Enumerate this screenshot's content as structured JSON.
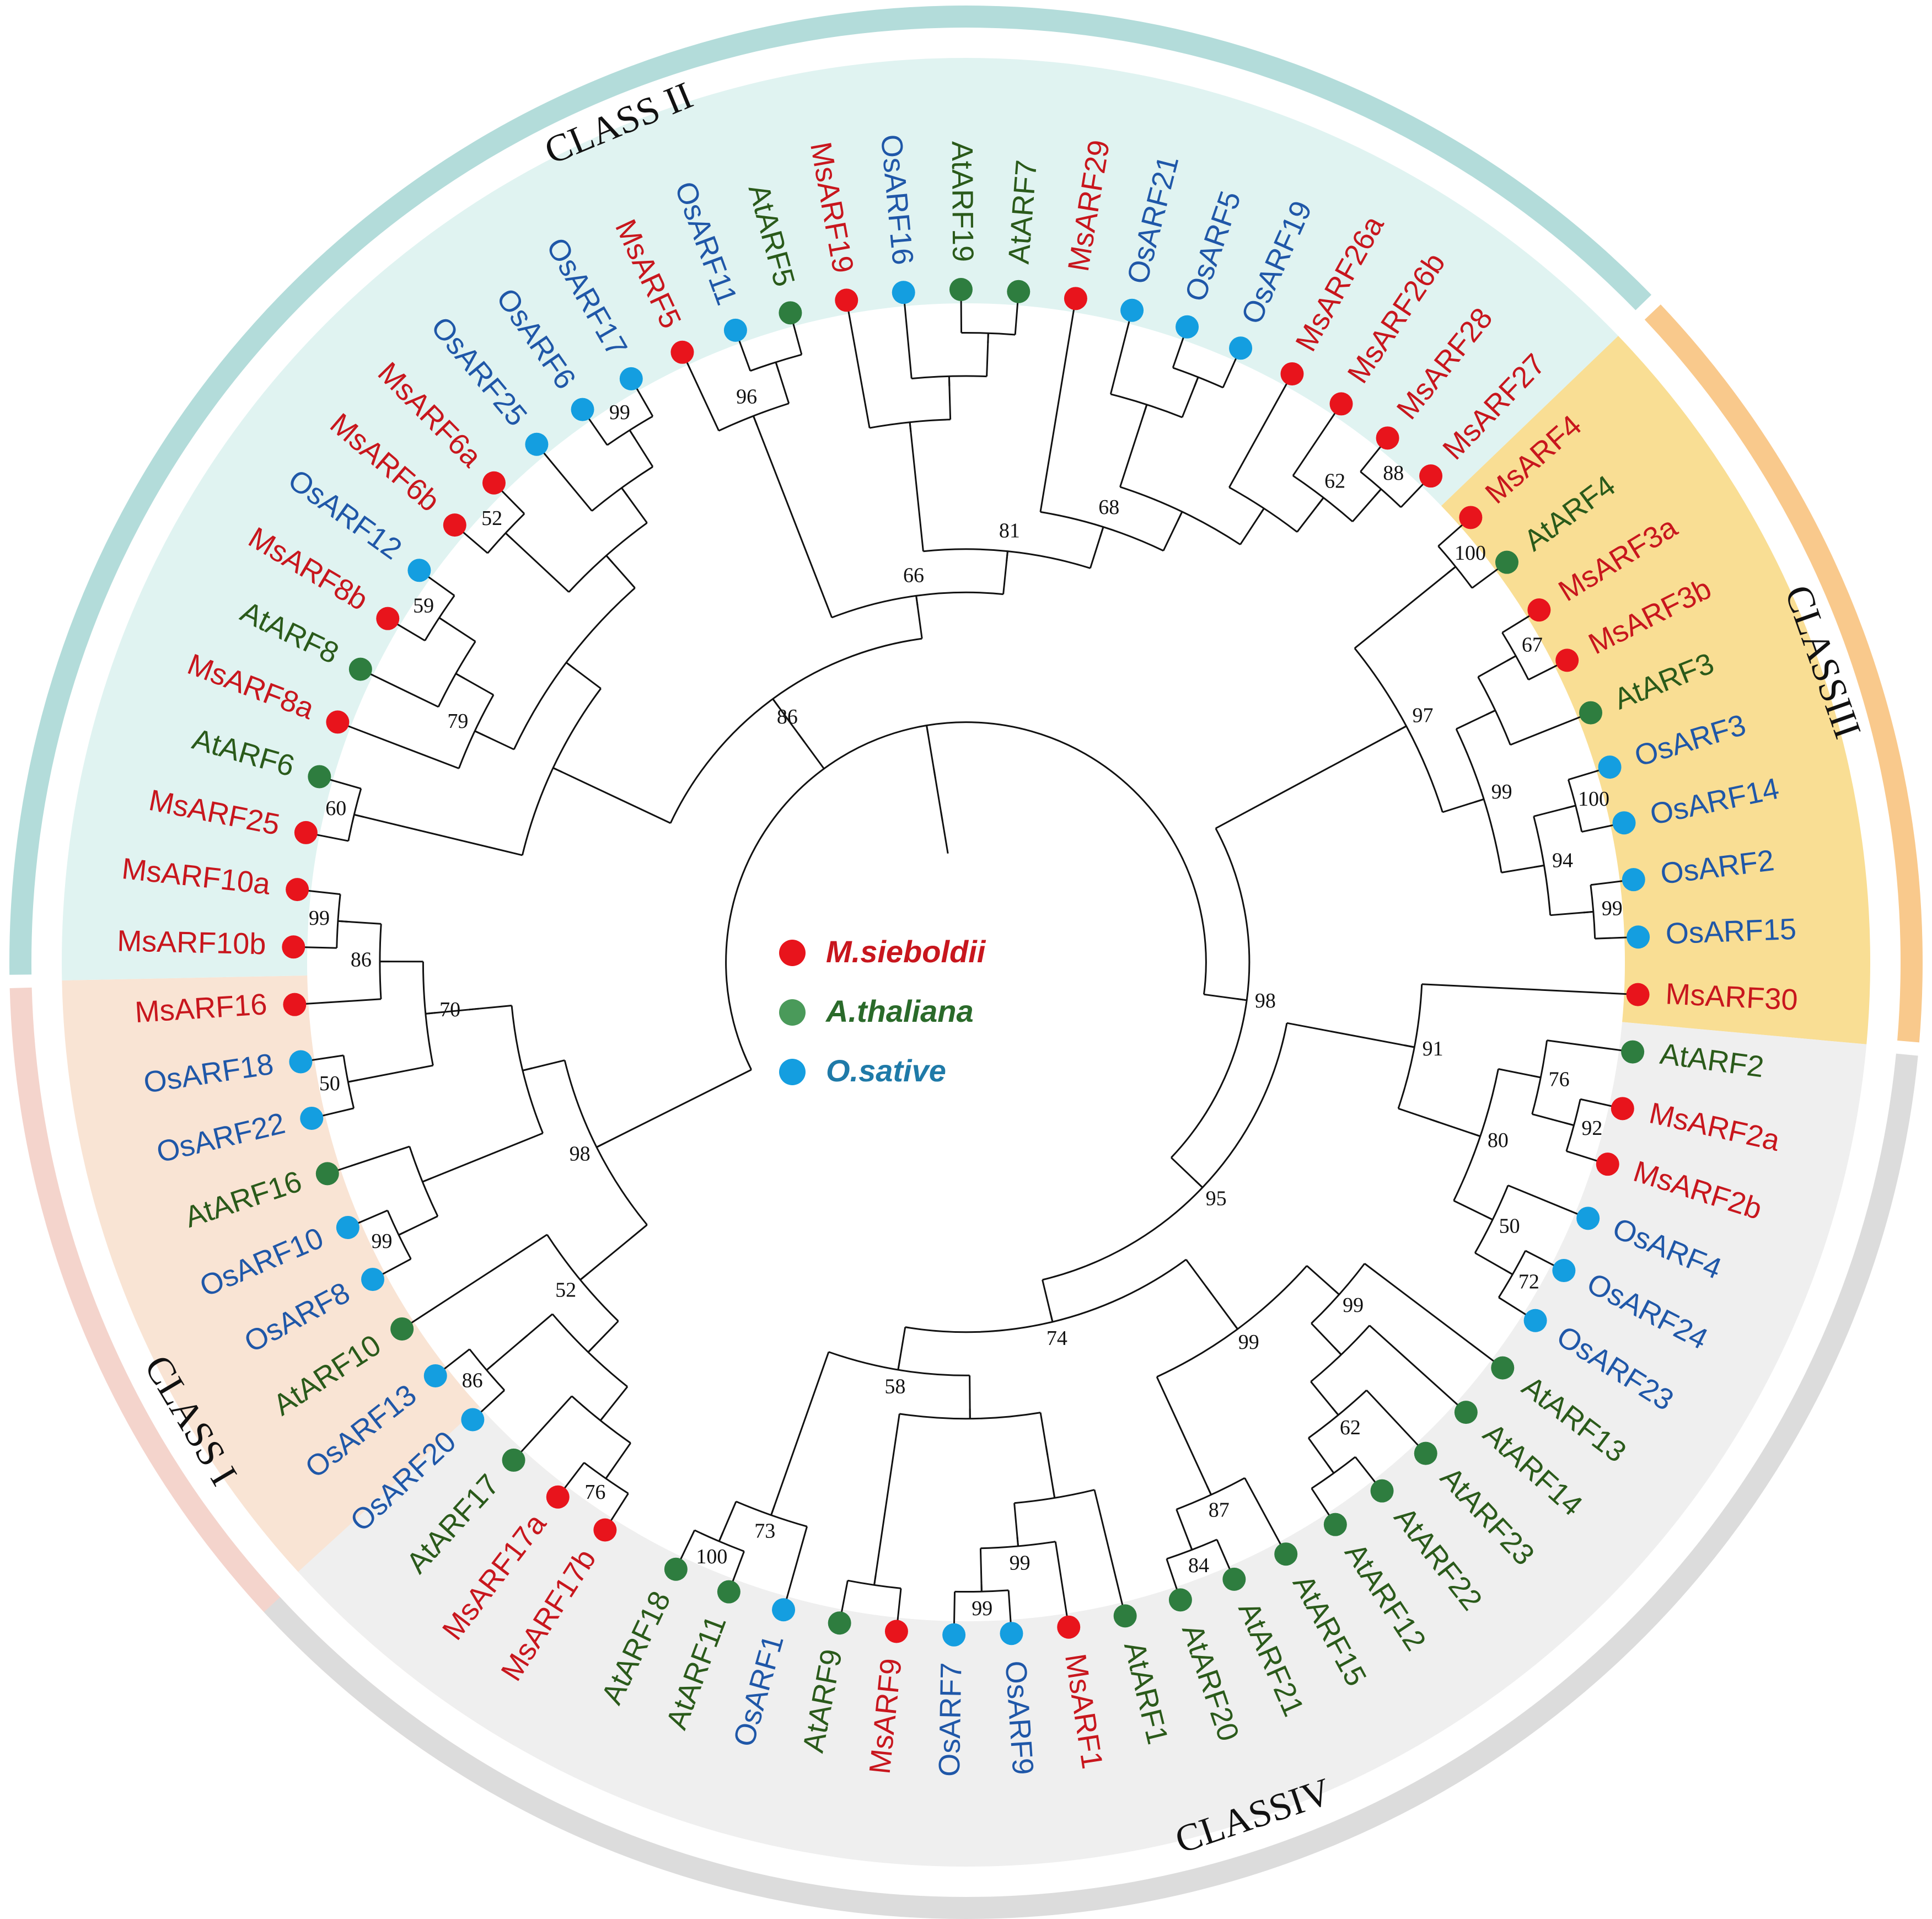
{
  "colors": {
    "species": {
      "Ms": "#e8141c",
      "At": "#2e7d3f",
      "Os": "#149ee0"
    },
    "label_text": {
      "Ms": "#c8161d",
      "At": "#2a5a1a",
      "Os": "#1f57a8"
    },
    "branch": "#111111"
  },
  "legend": [
    {
      "key": "Ms",
      "label": "M.sieboldii",
      "color": "#e8141c",
      "text_color": "#c8161d"
    },
    {
      "key": "At",
      "label": "A.thaliana",
      "color": "#4a9a5a",
      "text_color": "#2a6a2a"
    },
    {
      "key": "Os",
      "label": "O.sative",
      "color": "#149ee0",
      "text_color": "#1f7aa8"
    }
  ],
  "classes": [
    {
      "name": "CLASS I",
      "start": 0,
      "end": 11,
      "band_color": "#f9e4d4",
      "arc_color": "#f4d4cc"
    },
    {
      "name": "CLASS II",
      "start": 12,
      "end": 39,
      "band_color": "#e0f3f1",
      "arc_color": "#b3dcda"
    },
    {
      "name": "CLASSIII",
      "start": 40,
      "end": 49,
      "band_color": "#f9de94",
      "arc_color": "#f9c98c"
    },
    {
      "name": "CLASSIV",
      "start": 50,
      "end": 76,
      "band_color": "#efefef",
      "arc_color": "#dcdcdc"
    }
  ],
  "tips": [
    "MsARF17b",
    "MsARF17a",
    "AtARF17",
    "OsARF20",
    "OsARF13",
    "AtARF10",
    "OsARF8",
    "OsARF10",
    "AtARF16",
    "OsARF22",
    "OsARF18",
    "MsARF16",
    "MsARF10b",
    "MsARF10a",
    "MsARF25",
    "AtARF6",
    "MsARF8a",
    "AtARF8",
    "MsARF8b",
    "OsARF12",
    "MsARF6b",
    "MsARF6a",
    "OsARF25",
    "OsARF6",
    "OsARF17",
    "MsARF5",
    "OsARF11",
    "AtARF5",
    "MsARF19",
    "OsARF16",
    "AtARF19",
    "AtARF7",
    "MsARF29",
    "OsARF21",
    "OsARF5",
    "OsARF19",
    "MsARF26a",
    "MsARF26b",
    "MsARF28",
    "MsARF27",
    "MsARF4",
    "AtARF4",
    "MsARF3a",
    "MsARF3b",
    "AtARF3",
    "OsARF3",
    "OsARF14",
    "OsARF2",
    "OsARF15",
    "MsARF30",
    "AtARF2",
    "MsARF2a",
    "MsARF2b",
    "OsARF4",
    "OsARF24",
    "OsARF23",
    "AtARF13",
    "AtARF14",
    "AtARF23",
    "AtARF22",
    "AtARF12",
    "AtARF15",
    "AtARF21",
    "AtARF20",
    "AtARF1",
    "MsARF1",
    "OsARF9",
    "OsARF7",
    "MsARF9",
    "AtARF9",
    "OsARF1",
    "AtARF11",
    "AtARF18"
  ],
  "tree": "(((((((((MsARF17b,MsARF17a)76,AtARF17),((OsARF20,OsARF13)86)),AtARF10)52,(((OsARF8,OsARF10)99,AtARF16),(((OsARF22,OsARF18)50,(MsARF16,(MsARF10b,MsARF10a)99)86))70))98,((((MsARF25,AtARF6)60,((MsARF8a,(AtARF8,(MsARF8b,OsARF12)59))79,((MsARF6b,MsARF6a)52,(OsARF25,(OsARF6,OsARF17)99)))),((MsARF5,(OsARF11,AtARF5))96,((MsARF19,(OsARF16,(AtARF19,AtARF7))),(MsARF29,((OsARF21,(OsARF5,OsARF19)),(MsARF26a,(MsARF26b,(MsARF28,MsARF27)88)62)))68)81)66))86,(((MsARF4,AtARF4)100,(((MsARF3a,MsARF3b)67,AtARF3),((OsARF3,OsARF14)100,(OsARF2,OsARF15)99)94)99)97,((MsARF30,(((AtARF2,(MsARF2a,MsARF2b)92)76,(OsARF4,(OsARF24,OsARF23)72)50)80))91,((((AtARF13,(AtARF14,(AtARF23,(AtARF22,AtARF12))62))99,(AtARF15,(AtARF21,AtARF20)84)87)99),((((AtARF1,(MsARF1,(OsARF9,OsARF7)99)99)),(MsARF9,AtARF9)),(OsARF1,(AtARF11,AtARF18)100)73)58)74)95)98));"
}
